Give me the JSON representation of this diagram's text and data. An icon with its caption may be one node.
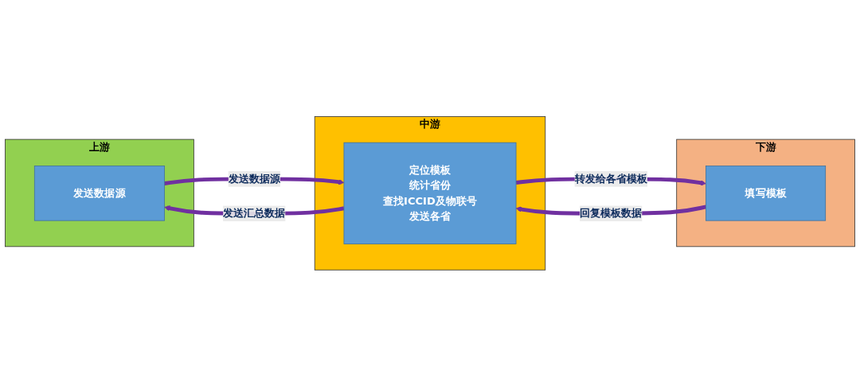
{
  "diagram": {
    "nodes": [
      {
        "text": [
          "上游"
        ]
      },
      {
        "text": [
          "发送数据源"
        ],
        "in": 0
      },
      {
        "text": [
          "中游"
        ]
      },
      {
        "text": [
          "定位模板",
          "统计省份",
          "查找ICCID及物联号",
          "发送各省"
        ],
        "in": 2
      },
      {
        "text": [
          "下游"
        ]
      },
      {
        "text": [
          "填写模板"
        ],
        "in": 4
      }
    ],
    "edges": [
      {
        "from": 1,
        "to": 3,
        "arrow": "to",
        "label": "发送数据源"
      },
      {
        "from": 3,
        "to": 1,
        "arrow": "to",
        "label": "发送汇总数据"
      },
      {
        "from": 3,
        "to": 5,
        "arrow": "to",
        "label": "转发给各省模板"
      },
      {
        "from": 5,
        "to": 3,
        "arrow": "to",
        "label": "回复模板数据"
      }
    ]
  }
}
